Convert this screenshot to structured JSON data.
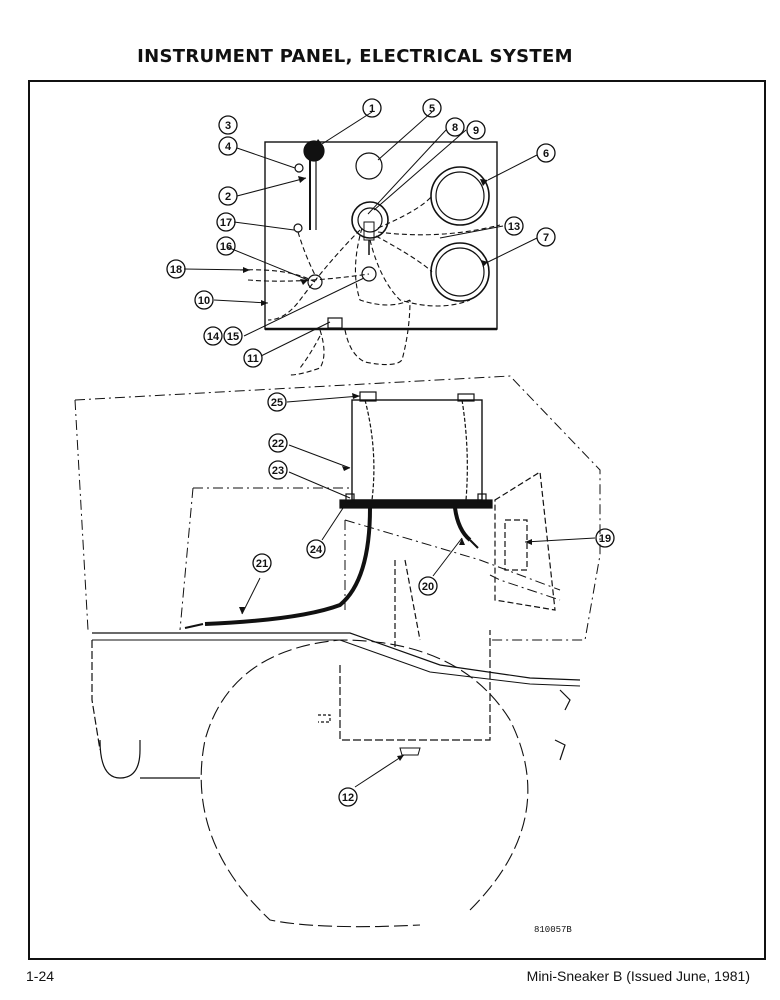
{
  "page": {
    "title": "INSTRUMENT PANEL, ELECTRICAL SYSTEM",
    "page_number": "1-24",
    "footer": "Mini-Sneaker B (Issued June, 1981)",
    "drawing_number": "810057B"
  },
  "callouts": [
    {
      "id": "1",
      "label": "1"
    },
    {
      "id": "2",
      "label": "2"
    },
    {
      "id": "3",
      "label": "3"
    },
    {
      "id": "4",
      "label": "4"
    },
    {
      "id": "5",
      "label": "5"
    },
    {
      "id": "6",
      "label": "6"
    },
    {
      "id": "7",
      "label": "7"
    },
    {
      "id": "8",
      "label": "8"
    },
    {
      "id": "9",
      "label": "9"
    },
    {
      "id": "10",
      "label": "10"
    },
    {
      "id": "11",
      "label": "11"
    },
    {
      "id": "12",
      "label": "12"
    },
    {
      "id": "13",
      "label": "13"
    },
    {
      "id": "14",
      "label": "14"
    },
    {
      "id": "15",
      "label": "15"
    },
    {
      "id": "16",
      "label": "16"
    },
    {
      "id": "17",
      "label": "17"
    },
    {
      "id": "18",
      "label": "18"
    },
    {
      "id": "19",
      "label": "19"
    },
    {
      "id": "20",
      "label": "20"
    },
    {
      "id": "21",
      "label": "21"
    },
    {
      "id": "22",
      "label": "22"
    },
    {
      "id": "23",
      "label": "23"
    },
    {
      "id": "24",
      "label": "24"
    },
    {
      "id": "25",
      "label": "25"
    }
  ]
}
